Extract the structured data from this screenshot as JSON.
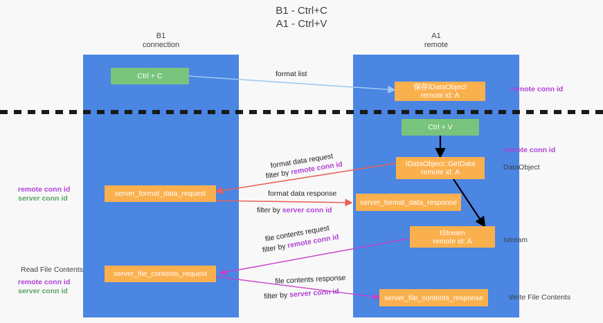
{
  "diagram": {
    "title": "B1 - Ctrl+C\nA1 - Ctrl+V",
    "colors": {
      "lane": "#4a86e2",
      "green_node": "#79c47c",
      "orange_node": "#fbb04e",
      "purple_text": "#b042d6",
      "green_text": "#5aa463",
      "red_arrow": "#e8615c",
      "magenta_arrow": "#c93fc9",
      "blue_arrow": "#9fc9ef",
      "black_arrow": "#000000",
      "background": "#f8f8f8"
    },
    "columns": [
      {
        "name": "B1",
        "role": "connection",
        "label": "B1\nconnection"
      },
      {
        "name": "A1",
        "role": "remote",
        "label": "A1\nremote"
      }
    ],
    "nodes": {
      "ctrl_c": "Ctrl + C",
      "save_idataobject": "保存IDataObject\nremote id: A",
      "ctrl_v": "Ctrl + V",
      "idataobject_getdata": "IDataObject::GetData\nremote id: A",
      "server_format_data_request": "server_format_data_request",
      "server_format_data_response": "server_format_data_response",
      "istream": "IStream\nremote id: A",
      "server_file_contents_request": "server_file_contents_request",
      "server_file_contents_response": "server_file_contents_response"
    },
    "edge_labels": {
      "format_list": "format list",
      "format_data_request": "format data request",
      "format_data_request_filter_prefix": "filter by ",
      "format_data_request_filter_key": "remote conn id",
      "format_data_response": "format data response",
      "format_data_response_filter_prefix": "filter by ",
      "format_data_response_filter_key": "server conn id",
      "file_contents_request": "file contents request",
      "file_contents_request_filter_prefix": "filter by ",
      "file_contents_request_filter_key": "remote conn id",
      "file_contents_response": "file contents response",
      "file_contents_response_filter_prefix": "filter by ",
      "file_contents_response_filter_key": "server conn id"
    },
    "annotations": {
      "right_remote_conn_id_top": "remote conn id",
      "right_remote_conn_id_mid": "remote conn id",
      "right_dataobject": "DataObject",
      "right_istream": "Istream",
      "right_write_file_contents": "Write File Contents",
      "left_remote_conn_id": "remote conn id",
      "left_server_conn_id": "server conn id",
      "left_read_file_contents": "Read File Contents",
      "left_remote_conn_id_2": "remote conn id",
      "left_server_conn_id_2": "server conn id"
    }
  }
}
